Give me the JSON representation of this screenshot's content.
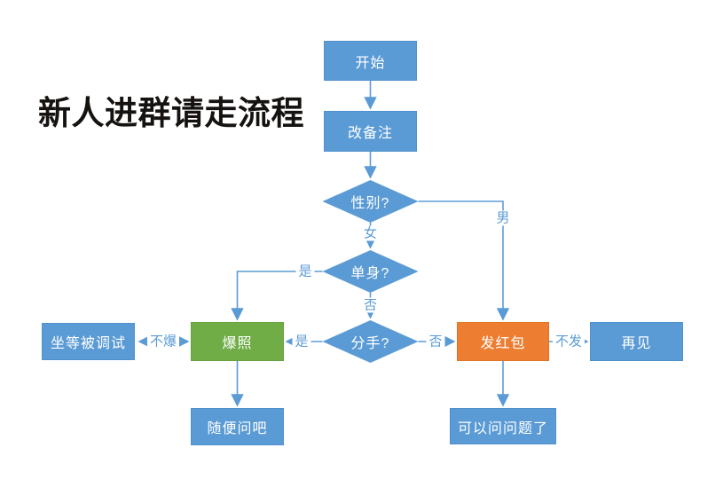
{
  "title": "新人进群请走流程",
  "colors": {
    "node_blue": "#5b9bd5",
    "node_green": "#70ad47",
    "node_orange": "#ed7d31",
    "line": "#5b9bd5",
    "edge_label_text": "#5b9bd5",
    "node_text": "#ffffff",
    "title_text": "#151210",
    "background": "#ffffff"
  },
  "nodes": {
    "start": {
      "label": "开始",
      "shape": "rect",
      "color": "blue"
    },
    "remark": {
      "label": "改备注",
      "shape": "rect",
      "color": "blue"
    },
    "gender": {
      "label": "性别?",
      "shape": "diamond",
      "color": "blue"
    },
    "single": {
      "label": "单身?",
      "shape": "diamond",
      "color": "blue"
    },
    "breakup": {
      "label": "分手?",
      "shape": "diamond",
      "color": "blue"
    },
    "photo": {
      "label": "爆照",
      "shape": "rect",
      "color": "green"
    },
    "redpacket": {
      "label": "发红包",
      "shape": "rect",
      "color": "orange"
    },
    "wait": {
      "label": "坐等被调试",
      "shape": "rect",
      "color": "blue"
    },
    "bye": {
      "label": "再见",
      "shape": "rect",
      "color": "blue"
    },
    "ask_freely": {
      "label": "随便问吧",
      "shape": "rect",
      "color": "blue"
    },
    "can_ask": {
      "label": "可以问问题了",
      "shape": "rect",
      "color": "blue"
    }
  },
  "edges": [
    {
      "from": "start",
      "to": "remark",
      "label": ""
    },
    {
      "from": "remark",
      "to": "gender",
      "label": ""
    },
    {
      "from": "gender",
      "to": "single",
      "label": "女"
    },
    {
      "from": "gender",
      "to": "redpacket",
      "label": "男"
    },
    {
      "from": "single",
      "to": "photo",
      "label": "是"
    },
    {
      "from": "single",
      "to": "breakup",
      "label": "否"
    },
    {
      "from": "breakup",
      "to": "photo",
      "label": "是"
    },
    {
      "from": "breakup",
      "to": "redpacket",
      "label": "否"
    },
    {
      "from": "photo",
      "to": "wait",
      "label": "不爆",
      "bidirectional_arrowheads": true
    },
    {
      "from": "redpacket",
      "to": "bye",
      "label": "不发"
    },
    {
      "from": "photo",
      "to": "ask_freely",
      "label": ""
    },
    {
      "from": "redpacket",
      "to": "can_ask",
      "label": ""
    }
  ]
}
